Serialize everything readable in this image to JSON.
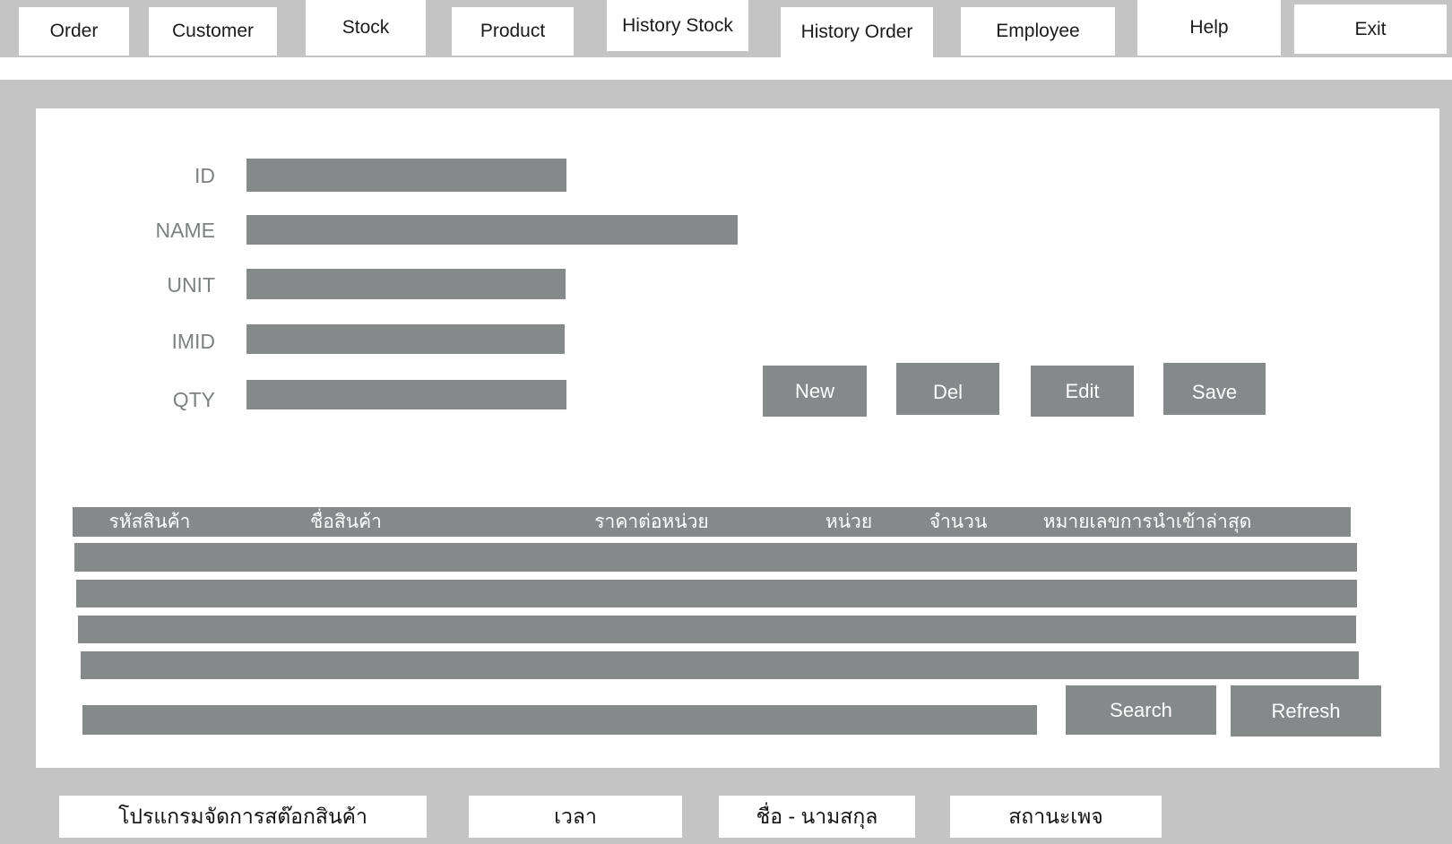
{
  "nav": {
    "tabs": [
      {
        "label": "Order"
      },
      {
        "label": "Customer"
      },
      {
        "label": "Stock"
      },
      {
        "label": "Product"
      },
      {
        "label": "History Stock"
      },
      {
        "label": "History Order"
      },
      {
        "label": "Employee"
      },
      {
        "label": "Help"
      },
      {
        "label": "Exit"
      }
    ]
  },
  "form": {
    "fields": [
      {
        "label": "ID",
        "value": ""
      },
      {
        "label": "NAME",
        "value": ""
      },
      {
        "label": "UNIT",
        "value": ""
      },
      {
        "label": "IMID",
        "value": ""
      },
      {
        "label": "QTY",
        "value": ""
      }
    ]
  },
  "actions": {
    "new_label": "New",
    "del_label": "Del",
    "edit_label": "Edit",
    "save_label": "Save"
  },
  "table": {
    "columns": [
      "รหัสสินค้า",
      "ชื่อสินค้า",
      "ราคาต่อหน่วย",
      "หน่วย",
      "จำนวน",
      "หมายเลขการนำเข้าล่าสุด"
    ],
    "rows": [
      [
        "",
        "",
        "",
        "",
        "",
        ""
      ],
      [
        "",
        "",
        "",
        "",
        "",
        ""
      ],
      [
        "",
        "",
        "",
        "",
        "",
        ""
      ],
      [
        "",
        "",
        "",
        "",
        "",
        ""
      ]
    ]
  },
  "search": {
    "query": "",
    "search_label": "Search",
    "refresh_label": "Refresh"
  },
  "statusbar": {
    "items": [
      {
        "label": "โปรแกรมจัดการสต๊อกสินค้า"
      },
      {
        "label": "เวลา"
      },
      {
        "label": "ชื่อ - นามสกุล"
      },
      {
        "label": "สถานะเพจ"
      }
    ]
  },
  "colors": {
    "background_gray": "#c4c4c4",
    "control_gray": "#85898a",
    "panel_white": "#ffffff",
    "tab_text": "#1c1c1c",
    "control_text": "#ffffff"
  }
}
